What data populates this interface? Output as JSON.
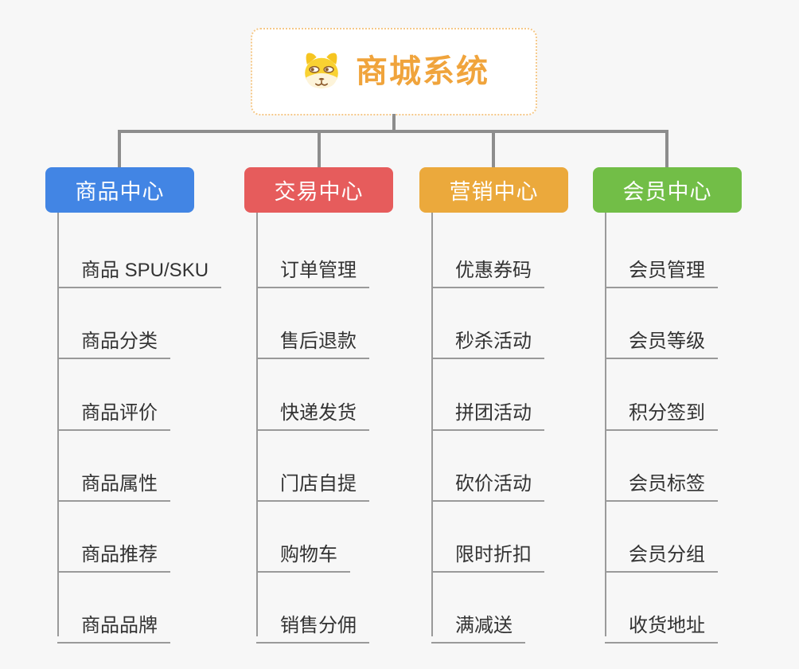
{
  "root": {
    "title": "商城系统",
    "icon": "dog-face"
  },
  "branches": [
    {
      "label": "商品中心",
      "color": "#4285e4",
      "items": [
        "商品 SPU/SKU",
        "商品分类",
        "商品评价",
        "商品属性",
        "商品推荐",
        "商品品牌"
      ]
    },
    {
      "label": "交易中心",
      "color": "#e65c5c",
      "items": [
        "订单管理",
        "售后退款",
        "快递发货",
        "门店自提",
        "购物车",
        "销售分佣"
      ]
    },
    {
      "label": "营销中心",
      "color": "#eba93c",
      "items": [
        "优惠券码",
        "秒杀活动",
        "拼团活动",
        "砍价活动",
        "限时折扣",
        "满减送"
      ]
    },
    {
      "label": "会员中心",
      "color": "#72be47",
      "items": [
        "会员管理",
        "会员等级",
        "积分签到",
        "会员标签",
        "会员分组",
        "收货地址"
      ]
    }
  ],
  "colors": {
    "background": "#f7f7f7",
    "connector": "#8d8d8d",
    "underline": "#9a9a9a",
    "root_border": "#f5c888",
    "root_title": "#f0a43c",
    "item_text": "#333333"
  }
}
